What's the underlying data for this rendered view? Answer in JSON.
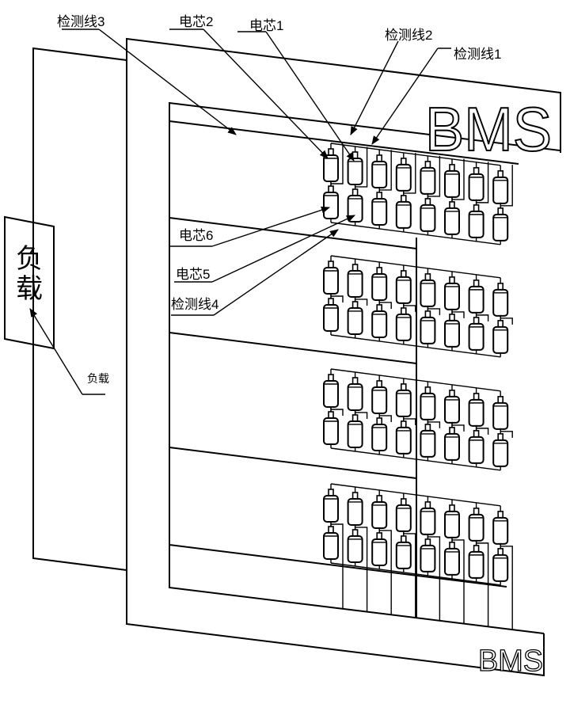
{
  "labels": {
    "sense_line_3": "检测线3",
    "cell_2": "电芯2",
    "cell_1": "电芯1",
    "sense_line_2": "检测线2",
    "sense_line_1": "检测线1",
    "cell_6": "电芯6",
    "cell_5": "电芯5",
    "sense_line_4": "检测线4",
    "load_box": "负载",
    "load_callout": "负载"
  },
  "bms_top": "BMS",
  "bms_bottom": "BMS",
  "battery_groups": 4,
  "rows_per_group": 2,
  "cells_per_row": 8
}
